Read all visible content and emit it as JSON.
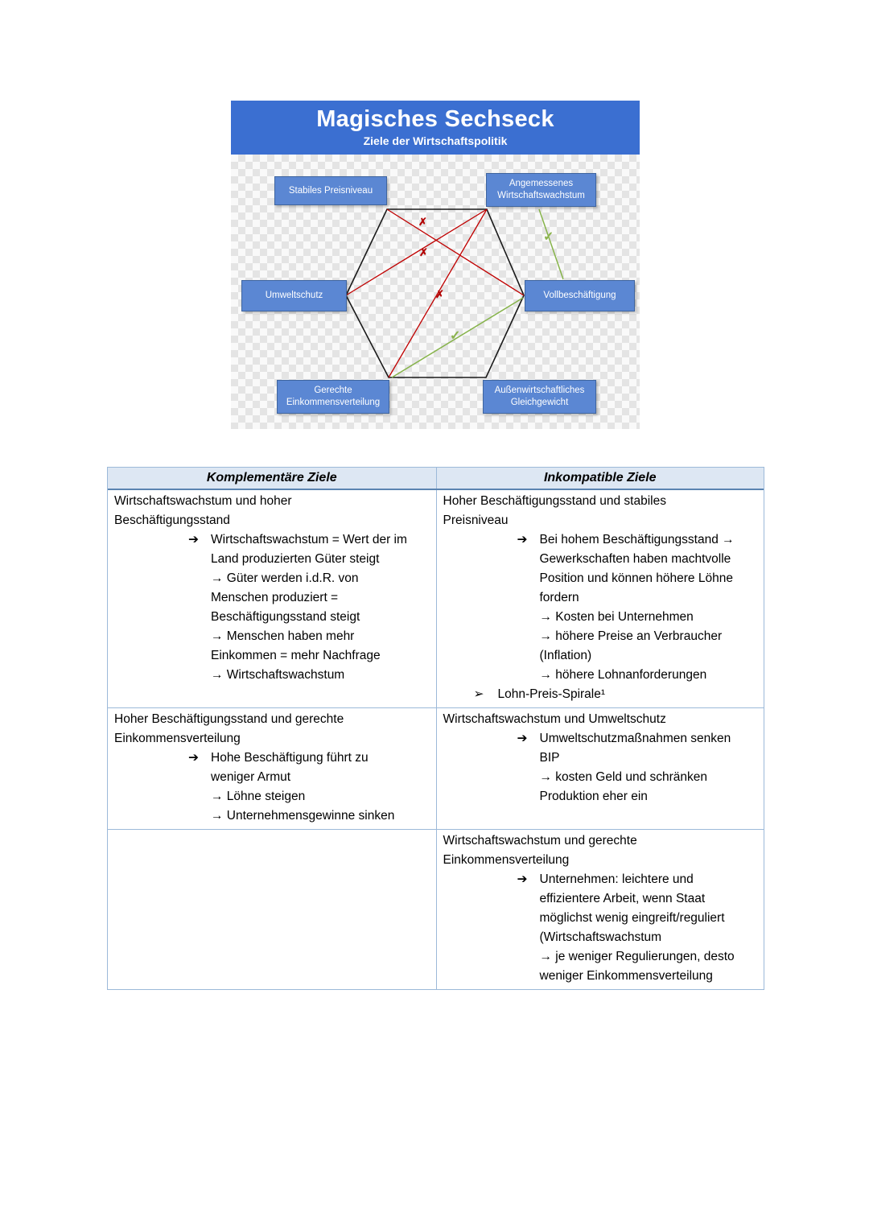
{
  "diagram": {
    "title": "Magisches Sechseck",
    "subtitle": "Ziele der Wirtschaftspolitik",
    "colors": {
      "header_bg": "#3b6fd1",
      "node_bg": "#5b87d3",
      "node_border": "#3f659f",
      "conflict_line": "#c00000",
      "complement_line": "#86b34a"
    },
    "nodes": [
      {
        "id": "preisniveau",
        "label": "Stabiles Preisniveau"
      },
      {
        "id": "wachstum",
        "label": "Angemessenes\nWirtschaftswachstum"
      },
      {
        "id": "umweltschutz",
        "label": "Umweltschutz"
      },
      {
        "id": "vollbeschaeftigung",
        "label": "Vollbeschäftigung"
      },
      {
        "id": "einkommensverteilung",
        "label": "Gerechte\nEinkommensverteilung"
      },
      {
        "id": "gleichgewicht",
        "label": "Außenwirtschaftliches\nGleichgewicht"
      }
    ],
    "marks": {
      "conflict": "✗",
      "complement": "✓"
    }
  },
  "table": {
    "headers": [
      "Komplementäre Ziele",
      "Inkompatible Ziele"
    ],
    "rows": [
      {
        "left": [
          {
            "b": "none",
            "t": "Wirtschaftswachstum und hoher\nBeschäftigungsstand"
          },
          {
            "b": "arrow",
            "t": "Wirtschaftswachstum = Wert der im\nLand produzierten Güter steigt\n→ Güter werden i.d.R. von\nMenschen produziert =\nBeschäftigungsstand steigt\n→ Menschen haben mehr\nEinkommen = mehr Nachfrage\n→ Wirtschaftswachstum"
          }
        ],
        "right": [
          {
            "b": "none",
            "t": "Hoher Beschäftigungsstand und stabiles\nPreisniveau"
          },
          {
            "b": "arrow",
            "t": "Bei hohem Beschäftigungsstand →\nGewerkschaften haben machtvolle\nPosition und können höhere Löhne\nfordern\n→ Kosten bei Unternehmen\n→ höhere Preise an Verbraucher\n(Inflation)\n→ höhere Lohnanforderungen"
          },
          {
            "b": "tri",
            "t": "Lohn-Preis-Spirale¹"
          }
        ]
      },
      {
        "left": [
          {
            "b": "none",
            "t": "Hoher Beschäftigungsstand und gerechte\nEinkommensverteilung"
          },
          {
            "b": "arrow",
            "t": "Hohe Beschäftigung führt zu\nweniger Armut\n→ Löhne steigen\n→ Unternehmensgewinne sinken"
          }
        ],
        "right": [
          {
            "b": "none",
            "t": "Wirtschaftswachstum und Umweltschutz"
          },
          {
            "b": "arrow",
            "t": "Umweltschutzmaßnahmen senken\nBIP\n→ kosten Geld und schränken\nProduktion eher ein"
          }
        ]
      },
      {
        "left": [],
        "right": [
          {
            "b": "none",
            "t": "Wirtschaftswachstum und gerechte\nEinkommensverteilung"
          },
          {
            "b": "arrow",
            "t": "Unternehmen: leichtere und\neffizientere Arbeit, wenn Staat\nmöglichst wenig eingreift/reguliert\n(Wirtschaftswachstum\n→ je weniger Regulierungen, desto\nweniger Einkommensverteilung"
          }
        ]
      }
    ]
  }
}
